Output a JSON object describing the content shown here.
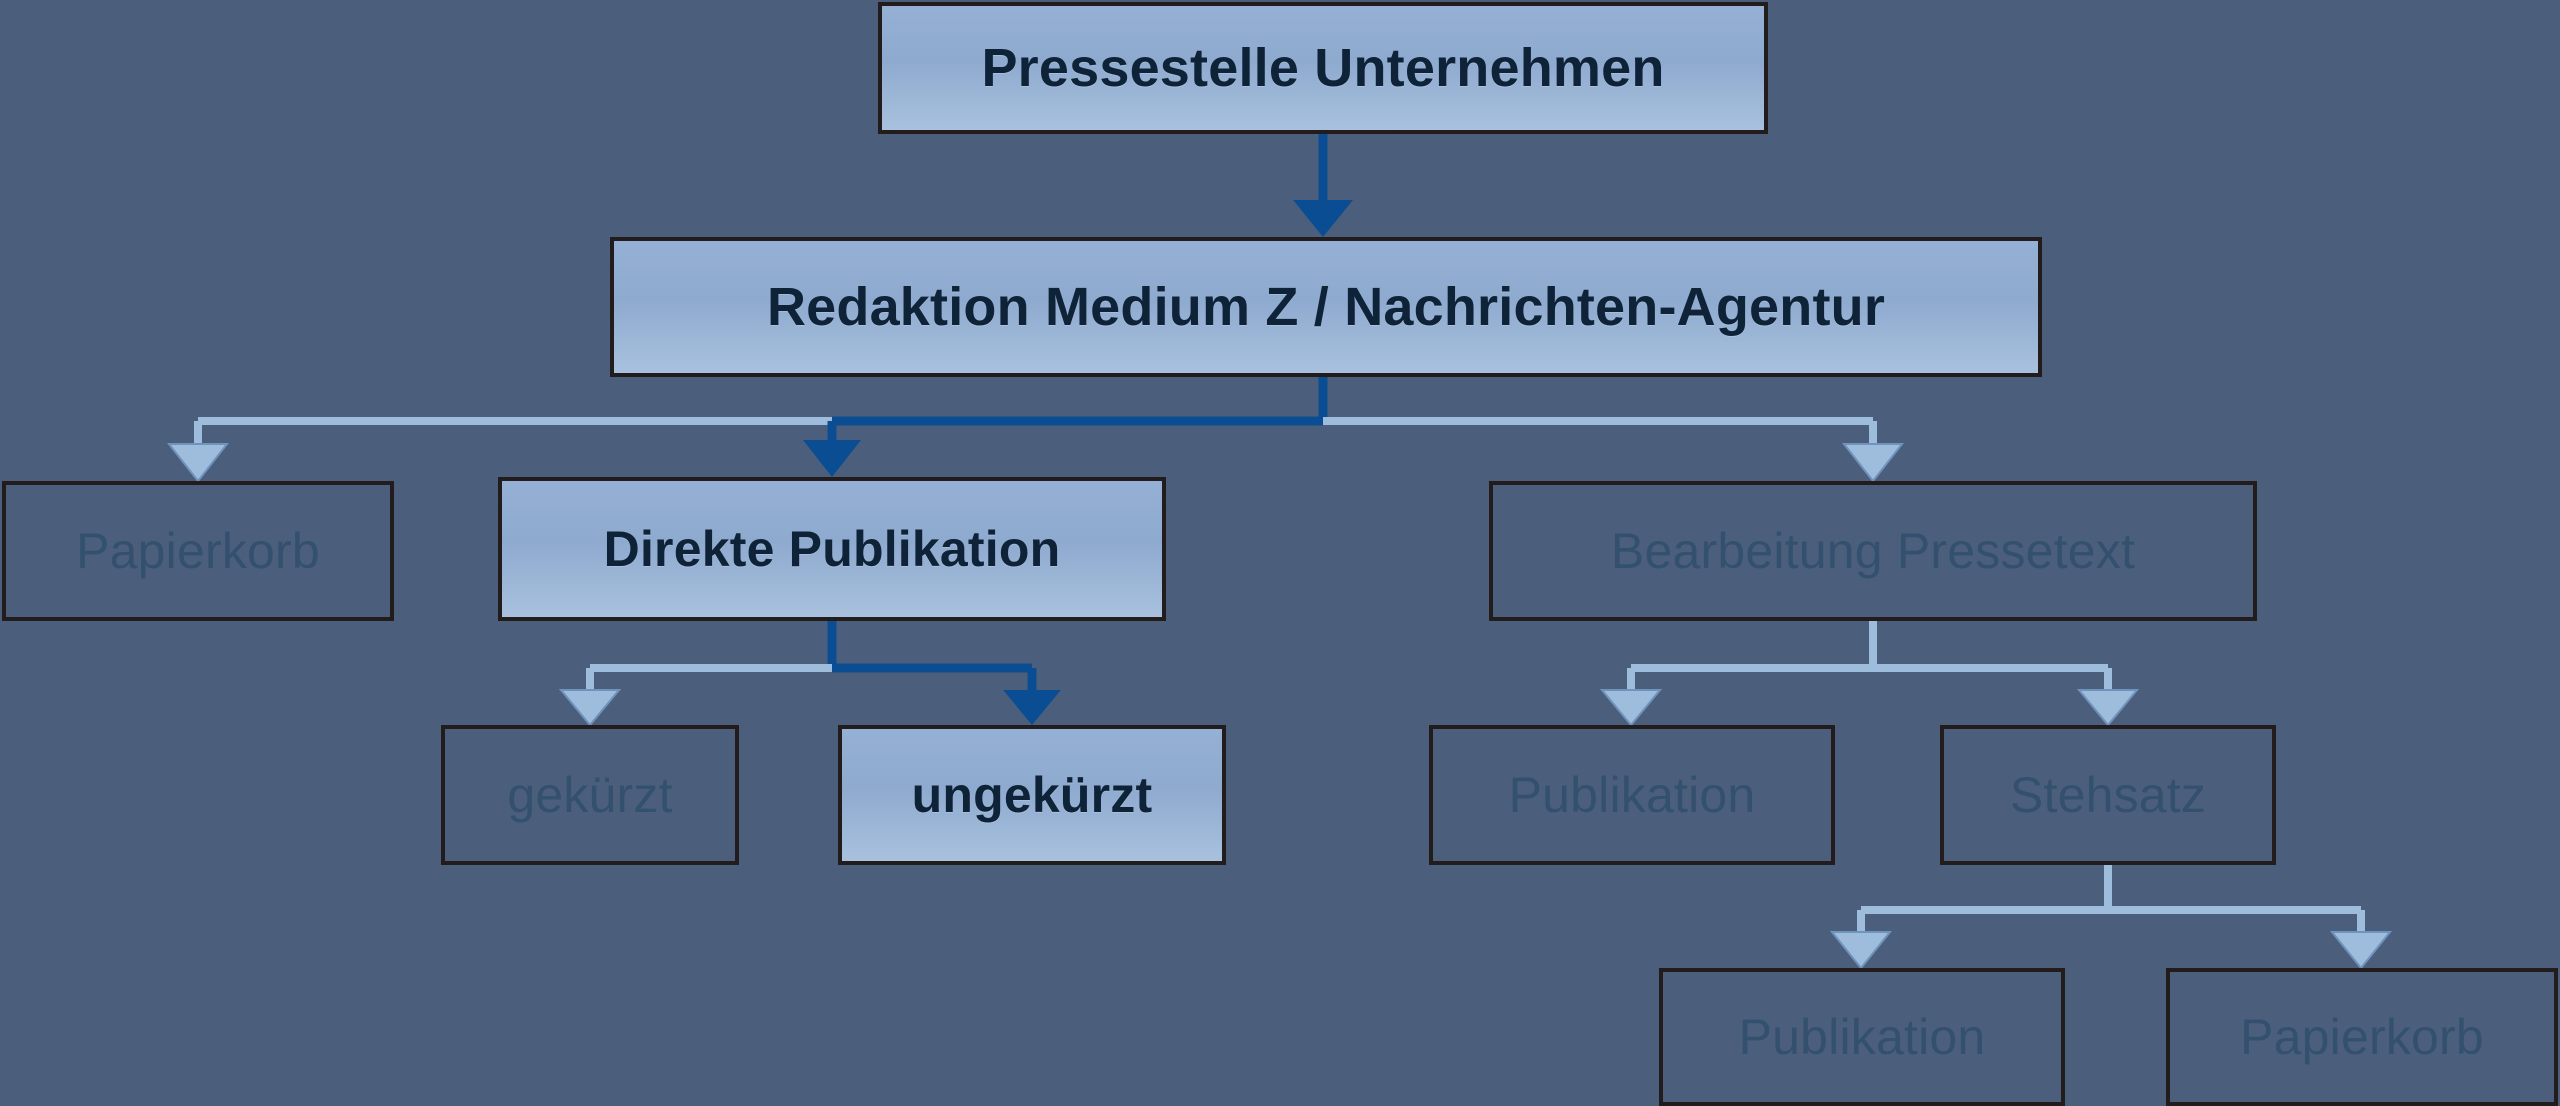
{
  "diagram": {
    "title": "Pressestelle Unternehmen",
    "language": "de",
    "background_color": "#4b5f7d",
    "highlight_color": "#0b4d93",
    "muted_edge_color": "#9ebddd",
    "active_box_fill": "#8eaacf",
    "box_border_color": "#231c1c",
    "active_text_color": "#0f2338",
    "muted_text_color": "#33506f"
  },
  "nodes": {
    "root": {
      "label": "Pressestelle Unternehmen",
      "state": "active"
    },
    "redaktion": {
      "label": "Redaktion Medium Z / Nachrichten-Agentur",
      "state": "active"
    },
    "papierkorb1": {
      "label": "Papierkorb",
      "state": "muted"
    },
    "direkte": {
      "label": "Direkte Publikation",
      "state": "active"
    },
    "bearbeitung": {
      "label": "Bearbeitung Pressetext",
      "state": "muted"
    },
    "gekuerzt": {
      "label": "gekürzt",
      "state": "muted"
    },
    "ungekuerzt": {
      "label": "ungekürzt",
      "state": "active"
    },
    "publikation1": {
      "label": "Publikation",
      "state": "muted"
    },
    "stehsatz": {
      "label": "Stehsatz",
      "state": "muted"
    },
    "publikation2": {
      "label": "Publikation",
      "state": "muted"
    },
    "papierkorb2": {
      "label": "Papierkorb",
      "state": "muted"
    }
  },
  "edges": [
    {
      "from": "root",
      "to": "redaktion",
      "state": "active"
    },
    {
      "from": "redaktion",
      "to": "papierkorb1",
      "state": "muted"
    },
    {
      "from": "redaktion",
      "to": "direkte",
      "state": "active"
    },
    {
      "from": "redaktion",
      "to": "bearbeitung",
      "state": "muted"
    },
    {
      "from": "direkte",
      "to": "gekuerzt",
      "state": "muted"
    },
    {
      "from": "direkte",
      "to": "ungekuerzt",
      "state": "active"
    },
    {
      "from": "bearbeitung",
      "to": "publikation1",
      "state": "muted"
    },
    {
      "from": "bearbeitung",
      "to": "stehsatz",
      "state": "muted"
    },
    {
      "from": "stehsatz",
      "to": "publikation2",
      "state": "muted"
    },
    {
      "from": "stehsatz",
      "to": "papierkorb2",
      "state": "muted"
    }
  ]
}
